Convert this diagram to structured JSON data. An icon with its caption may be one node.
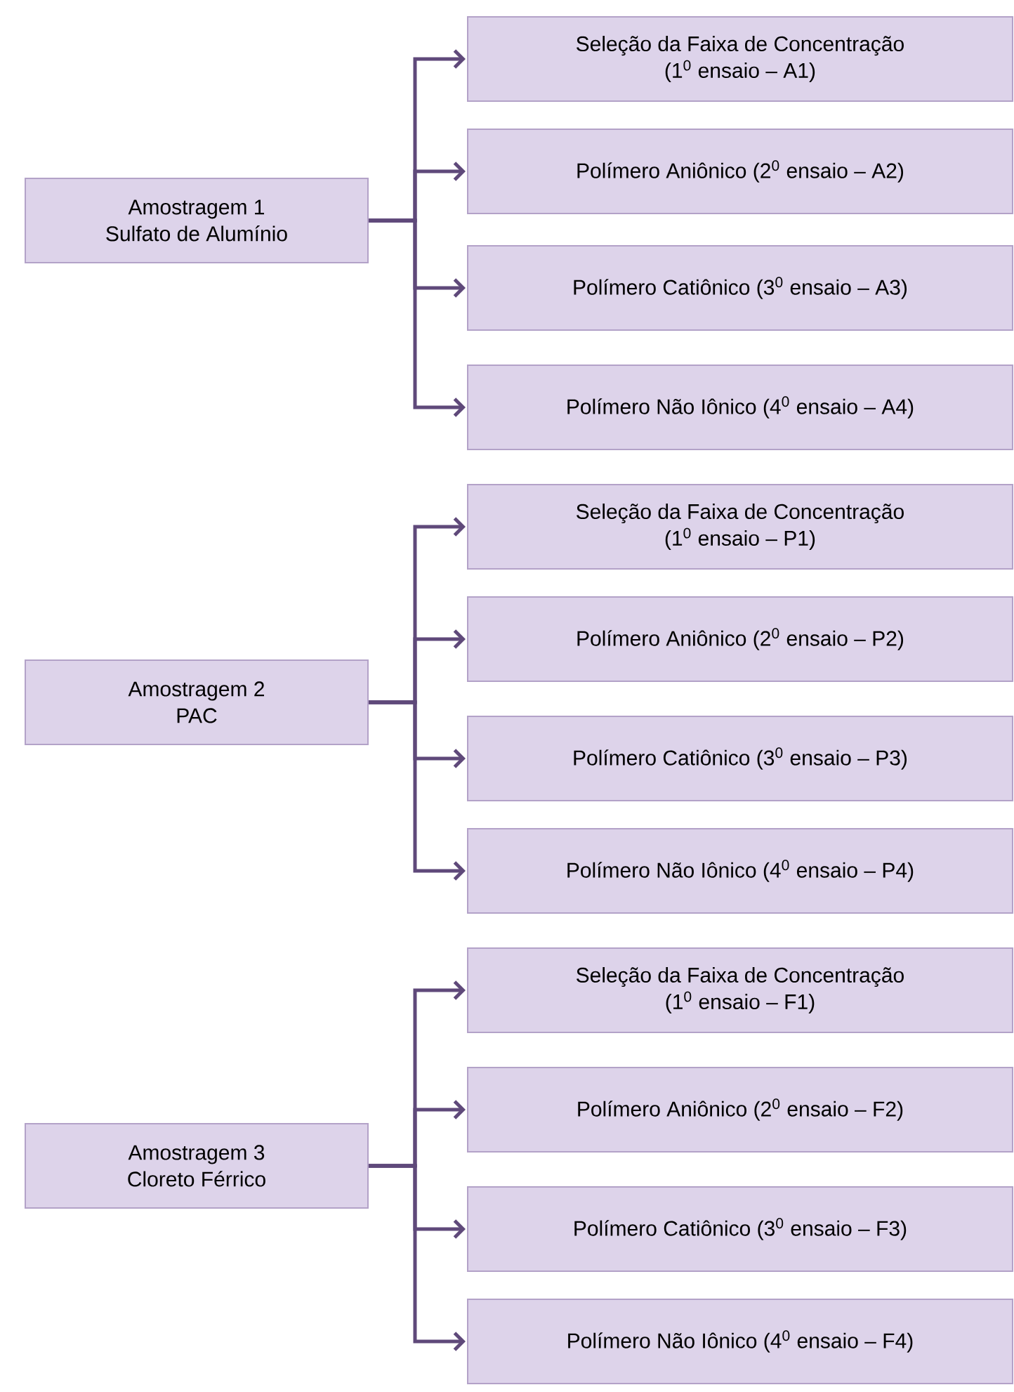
{
  "diagram": {
    "nodes": [
      {
        "text": [
          "Amostragem 1",
          "Sulfato de Alumínio"
        ]
      },
      {
        "text": [
          "Seleção da Faixa de Concentração",
          "(1$^{0}$ ensaio – A1)"
        ]
      },
      {
        "text": [
          "Polímero Aniônico (2$^{0}$ ensaio – A2)"
        ]
      },
      {
        "text": [
          "Polímero Catiônico (3$^{0}$ ensaio – A3)"
        ]
      },
      {
        "text": [
          "Polímero Não Iônico (4$^{0}$ ensaio – A4)"
        ]
      },
      {
        "text": [
          "Amostragem 2",
          "PAC"
        ]
      },
      {
        "text": [
          "Seleção da Faixa de Concentração",
          "(1$^{0}$ ensaio – P1)"
        ]
      },
      {
        "text": [
          "Polímero Aniônico (2$^{0}$ ensaio – P2)"
        ]
      },
      {
        "text": [
          "Polímero Catiônico (3$^{0}$ ensaio – P3)"
        ]
      },
      {
        "text": [
          "Polímero Não Iônico (4$^{0}$ ensaio – P4)"
        ]
      },
      {
        "text": [
          "Amostragem 3",
          "Cloreto Férrico"
        ]
      },
      {
        "text": [
          "Seleção da Faixa de Concentração",
          "(1$^{0}$ ensaio – F1)"
        ]
      },
      {
        "text": [
          "Polímero Aniônico (2$^{0}$ ensaio – F2)"
        ]
      },
      {
        "text": [
          "Polímero Catiônico (3$^{0}$ ensaio – F3)"
        ]
      },
      {
        "text": [
          "Polímero Não Iônico (4$^{0}$ ensaio – F4)"
        ]
      }
    ],
    "edges": [
      {
        "from": 0,
        "to": 1,
        "arrow": "to"
      },
      {
        "from": 0,
        "to": 2,
        "arrow": "to"
      },
      {
        "from": 0,
        "to": 3,
        "arrow": "to"
      },
      {
        "from": 0,
        "to": 4,
        "arrow": "to"
      },
      {
        "from": 5,
        "to": 6,
        "arrow": "to"
      },
      {
        "from": 5,
        "to": 7,
        "arrow": "to"
      },
      {
        "from": 5,
        "to": 8,
        "arrow": "to"
      },
      {
        "from": 5,
        "to": 9,
        "arrow": "to"
      },
      {
        "from": 10,
        "to": 11,
        "arrow": "to"
      },
      {
        "from": 10,
        "to": 12,
        "arrow": "to"
      },
      {
        "from": 10,
        "to": 13,
        "arrow": "to"
      },
      {
        "from": 10,
        "to": 14,
        "arrow": "to"
      }
    ]
  }
}
